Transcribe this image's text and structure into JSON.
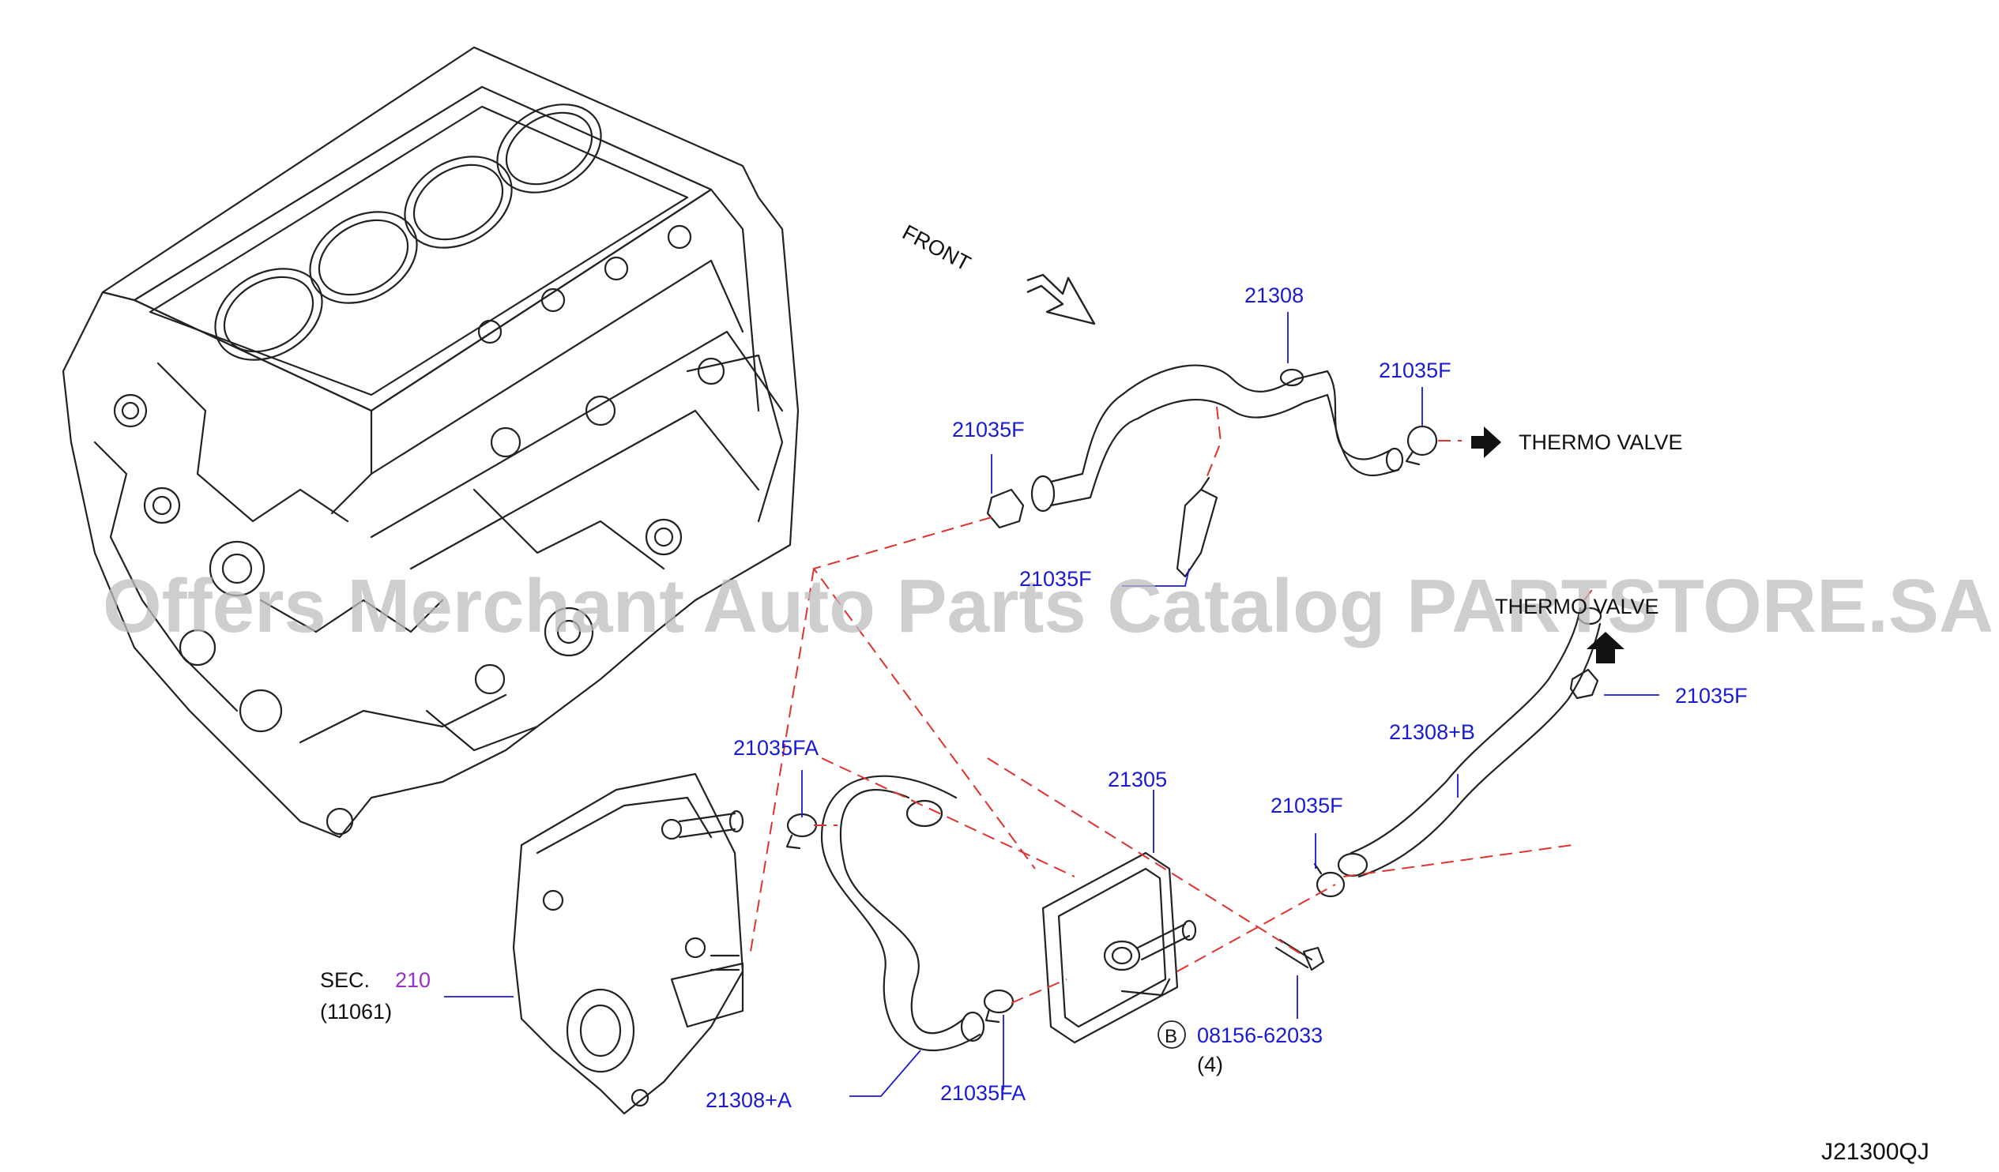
{
  "labels": {
    "front": "FRONT",
    "hose_upper": "21308",
    "clamp_upper_right": "21035F",
    "clamp_upper_left": "21035F",
    "clamp_upper_lower": "21035F",
    "thermo_valve_upper": "THERMO  VALVE",
    "thermo_valve_lower": "THERMO  VALVE",
    "clamp_lower_right": "21035F",
    "hose_b": "21308+B",
    "oil_cooler": "21305",
    "clamp_fa_top": "21035FA",
    "clamp_mid_right": "21035F",
    "sec_prefix": "SEC.",
    "sec_number": "210",
    "sec_sub": "(11061)",
    "bolt_marker": "B",
    "bolt_part": "08156-62033",
    "bolt_qty": "(4)",
    "hose_a": "21308+A",
    "clamp_fa_bottom": "21035FA",
    "diagram_id": "J21300QJ"
  },
  "watermark": "Offers Merchant Auto Parts Catalog PARTSTORE.SA",
  "colors": {
    "part_number": "#1a1ad6",
    "section_ref": "#9b2fc9",
    "dashed_leader": "#e0322f",
    "line_art": "#222222"
  }
}
